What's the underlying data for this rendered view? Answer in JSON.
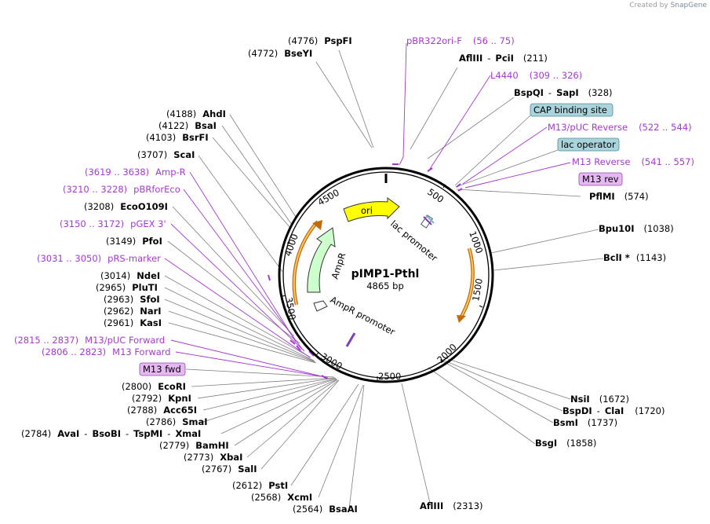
{
  "credit": {
    "prefix": "Created by",
    "brand": "SnapGene"
  },
  "plasmid": {
    "name": "pIMP1-Pthl",
    "length_label": "4865 bp",
    "length": 4865
  },
  "ticks": [
    "500",
    "1000",
    "1500",
    "2000",
    "2500",
    "3000",
    "3500",
    "4000",
    "4500"
  ],
  "features": [
    {
      "name": "ori",
      "color": "#ffff00"
    },
    {
      "name": "lac promoter"
    },
    {
      "name": "AmpR",
      "color": "#ccffcc"
    },
    {
      "name": "AmpR promoter"
    }
  ],
  "sites": [
    {
      "key": "pspfi",
      "pos": "(4776)",
      "name": "PspFI"
    },
    {
      "key": "bseyi",
      "pos": "(4772)",
      "name": "BseYI"
    },
    {
      "key": "aflIII_pcii",
      "name": "AflIII",
      "name2": "PciI",
      "pos": "(211)"
    },
    {
      "key": "bspqi",
      "name": "BspQI",
      "name2": "SapI",
      "pos": "(328)"
    },
    {
      "key": "pflmi",
      "name": "PflMI",
      "pos": "(574)"
    },
    {
      "key": "bpu10i",
      "name": "Bpu10I",
      "pos": "(1038)"
    },
    {
      "key": "bcli",
      "name": "BclI *",
      "pos": "(1143)"
    },
    {
      "key": "nsii",
      "name": "NsiI",
      "pos": "(1672)"
    },
    {
      "key": "bspdi",
      "name": "BspDI",
      "name2": "ClaI",
      "pos": "(1720)"
    },
    {
      "key": "bsmi",
      "name": "BsmI",
      "pos": "(1737)"
    },
    {
      "key": "bsgi",
      "name": "BsgI",
      "pos": "(1858)"
    },
    {
      "key": "afliii2",
      "name": "AflIII",
      "pos": "(2313)"
    },
    {
      "key": "bsaai",
      "pos": "(2564)",
      "name": "BsaAI"
    },
    {
      "key": "xcmi",
      "pos": "(2568)",
      "name": "XcmI"
    },
    {
      "key": "psti",
      "pos": "(2612)",
      "name": "PstI"
    },
    {
      "key": "sali",
      "pos": "(2767)",
      "name": "SalI"
    },
    {
      "key": "xbai",
      "pos": "(2773)",
      "name": "XbaI"
    },
    {
      "key": "bamhi",
      "pos": "(2779)",
      "name": "BamHI"
    },
    {
      "key": "avai",
      "pos": "(2784)",
      "name": "AvaI",
      "name2": "BsoBI",
      "name3": "TspMI",
      "name4": "XmaI"
    },
    {
      "key": "smai",
      "pos": "(2786)",
      "name": "SmaI"
    },
    {
      "key": "acc65i",
      "pos": "(2788)",
      "name": "Acc65I"
    },
    {
      "key": "kpni",
      "pos": "(2792)",
      "name": "KpnI"
    },
    {
      "key": "ecori",
      "pos": "(2800)",
      "name": "EcoRI"
    },
    {
      "key": "kasi",
      "pos": "(2961)",
      "name": "KasI"
    },
    {
      "key": "nari",
      "pos": "(2962)",
      "name": "NarI"
    },
    {
      "key": "sfoi",
      "pos": "(2963)",
      "name": "SfoI"
    },
    {
      "key": "pluti",
      "pos": "(2965)",
      "name": "PluTI"
    },
    {
      "key": "ndei",
      "pos": "(3014)",
      "name": "NdeI"
    },
    {
      "key": "pfoi",
      "pos": "(3149)",
      "name": "PfoI"
    },
    {
      "key": "ecoo109i",
      "pos": "(3208)",
      "name": "EcoO109I"
    },
    {
      "key": "scai",
      "pos": "(3707)",
      "name": "ScaI"
    },
    {
      "key": "bsrfi",
      "pos": "(4103)",
      "name": "BsrFI"
    },
    {
      "key": "bsai",
      "pos": "(4122)",
      "name": "BsaI"
    },
    {
      "key": "ahdi",
      "pos": "(4188)",
      "name": "AhdI"
    }
  ],
  "primers": [
    {
      "key": "pbr322ori",
      "name": "pBR322ori-F",
      "range": "(56 .. 75)"
    },
    {
      "key": "l4440",
      "name": "L4440",
      "range": "(309 .. 326)"
    },
    {
      "key": "m13puc_rev",
      "name": "M13/pUC Reverse",
      "range": "(522 .. 544)"
    },
    {
      "key": "m13_reverse",
      "name": "M13 Reverse",
      "range": "(541 .. 557)"
    },
    {
      "key": "ampr_p",
      "name": "Amp-R",
      "range": "(3619 .. 3638)"
    },
    {
      "key": "pbrfor",
      "name": "pBRforEco",
      "range": "(3210 .. 3228)"
    },
    {
      "key": "pgex3",
      "name": "pGEX 3'",
      "range": "(3150 .. 3172)"
    },
    {
      "key": "prs",
      "name": "pRS-marker",
      "range": "(3031 .. 3050)"
    },
    {
      "key": "m13puc_fwd",
      "name": "M13/pUC Forward",
      "range": "(2815 .. 2837)"
    },
    {
      "key": "m13_forward",
      "name": "M13 Forward",
      "range": "(2806 .. 2823)"
    }
  ],
  "boxes": [
    {
      "key": "cap",
      "label": "CAP binding site",
      "color": "#a9d4dc"
    },
    {
      "key": "lacop",
      "label": "lac operator",
      "color": "#a9d4dc"
    },
    {
      "key": "m13rev",
      "label": "M13 rev",
      "color": "#e5b8f2"
    },
    {
      "key": "m13fwd",
      "label": "M13 fwd",
      "color": "#e5b8f2"
    }
  ]
}
